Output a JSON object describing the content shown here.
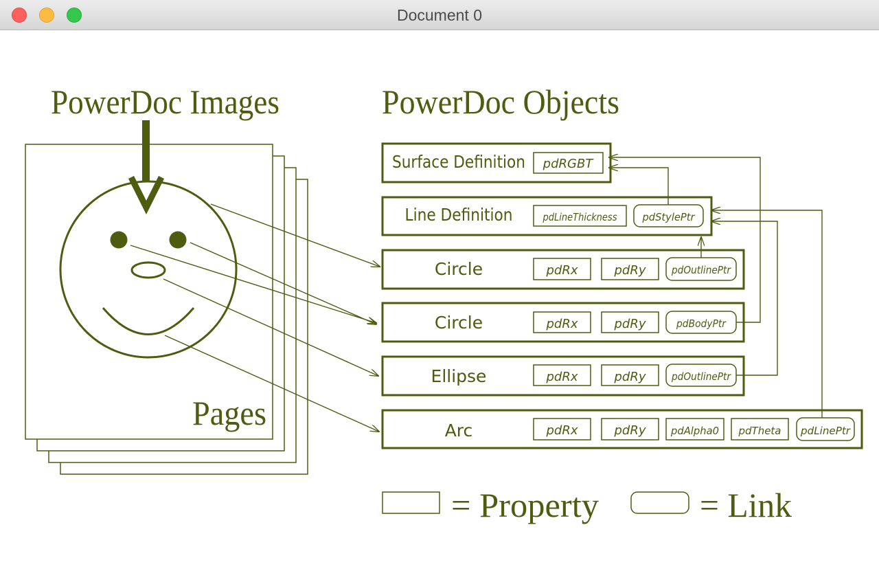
{
  "window": {
    "title": "Document 0"
  },
  "colors": {
    "ink": "#4e5c10",
    "background": "#ffffff"
  },
  "headings": {
    "images": "PowerDoc Images",
    "objects": "PowerDoc Objects",
    "pages": "Pages"
  },
  "objects": {
    "surface": {
      "label": "Surface Definition",
      "fields": [
        "pdRGBT"
      ]
    },
    "line": {
      "label": "Line Definition",
      "fields": [
        "pdLineThickness",
        "pdStylePtr"
      ]
    },
    "circle1": {
      "label": "Circle",
      "fields": [
        "pdRx",
        "pdRy",
        "pdOutlinePtr"
      ]
    },
    "circle2": {
      "label": "Circle",
      "fields": [
        "pdRx",
        "pdRy",
        "pdBodyPtr"
      ]
    },
    "ellipse": {
      "label": "Ellipse",
      "fields": [
        "pdRx",
        "pdRy",
        "pdOutlinePtr"
      ]
    },
    "arc": {
      "label": "Arc",
      "fields": [
        "pdRx",
        "pdRy",
        "pdAlpha0",
        "pdTheta",
        "pdLinePtr"
      ]
    }
  },
  "legend": {
    "property": "= Property",
    "link": "= Link"
  }
}
